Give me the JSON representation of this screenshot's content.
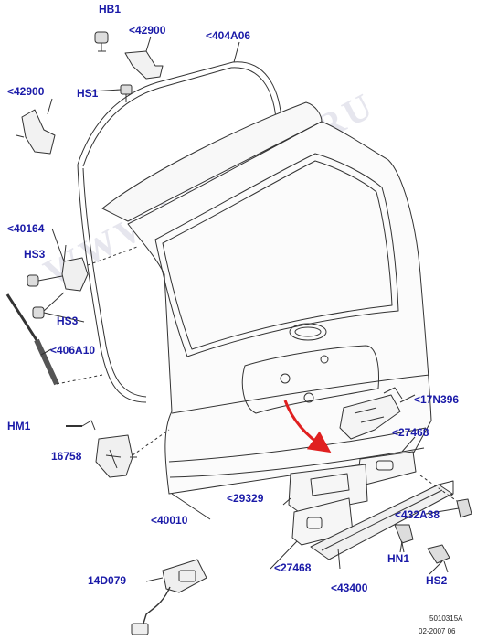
{
  "watermark": "WWW.ELCATS.RU",
  "colors": {
    "label": "#1a1aa8",
    "line": "#333333",
    "arrow": "#e02020"
  },
  "labels": {
    "hb1": "HB1",
    "p42900_top": "<42900",
    "p404a06": "<404A06",
    "p42900_left": "<42900",
    "hs1": "HS1",
    "p40164": "<40164",
    "hs3_top": "HS3",
    "hs3_bottom": "HS3",
    "p406a10": "<406A10",
    "p17n396": "<17N396",
    "hm1": "HM1",
    "p27468_right": "<27468",
    "p16758": "16758",
    "p29329": "<29329",
    "p40010": "<40010",
    "p432a38": "<432A38",
    "hn1": "HN1",
    "p27468_bottom": "<27468",
    "hs2": "HS2",
    "p14d079": "14D079",
    "p43400": "<43400"
  },
  "reference": {
    "code": "5010315A",
    "date": "02-2007 06"
  }
}
